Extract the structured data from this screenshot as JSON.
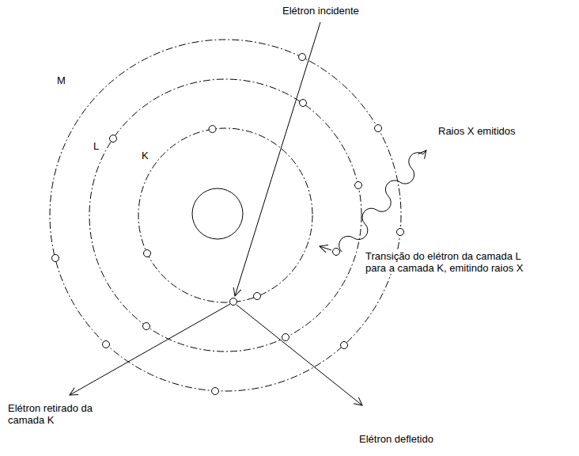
{
  "diagram": {
    "labels": [
      "Elétron incidente",
      "M",
      "L",
      "K",
      "Raios X emitidos",
      "Transição do elétron da camada L para a camada K, emitindo raios X",
      "Elétron retirado da camada K",
      "Elétron defletido"
    ]
  }
}
